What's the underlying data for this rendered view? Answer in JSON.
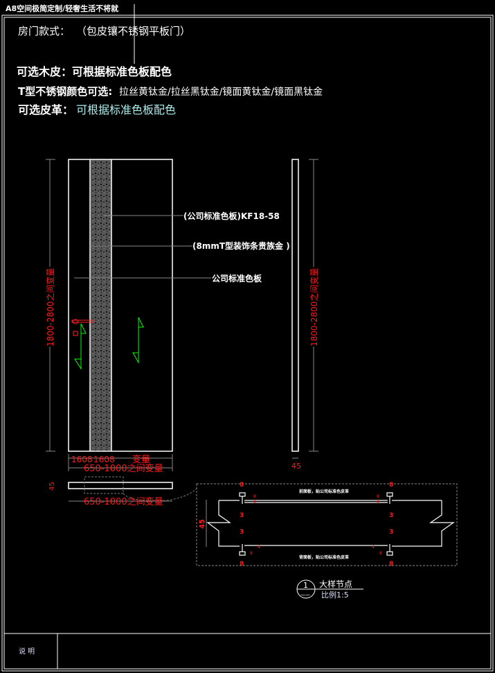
{
  "title_block": {
    "header": "A8空间极简定制/轻奢生活不将就"
  },
  "notes": {
    "door_style_label": "房门款式：",
    "door_style_value": "（包皮镶不锈钢平板门）",
    "wood_veneer": "可选木皮：可根据标准色板配色",
    "steel_color_label": "T型不锈钢颜色可选:",
    "steel_color_options": "拉丝黄钛金/拉丝黑钛金/镜面黄钛金/镜面黑钛金",
    "leather_label": "可选皮革：",
    "leather_value": "可根据标准色板配色"
  },
  "callouts": {
    "panel_code": "(公司标准色板)KF18-58",
    "t_strip": "(8mmT型装饰条贵族金 )",
    "standard_panel": "公司标准色板"
  },
  "dimensions": {
    "height_left": "1800-2800之间变量",
    "height_right": "1800-2800之间变量",
    "seg1": "160",
    "seg2": "8",
    "seg3": "160",
    "seg4": "8",
    "variable": "变量",
    "width_total": "650-1000之间变量",
    "width_plan": "650-1000之间变量",
    "thickness": "45",
    "plan_thickness": "45",
    "detail_height": "45"
  },
  "detail": {
    "front_note": "前面板，贴公司标准色皮革",
    "back_note": "背面板，贴公司标准色皮革",
    "dims": [
      "8",
      "3",
      "3",
      "8",
      "8",
      "3",
      "3",
      "8"
    ],
    "small_dims": [
      "8",
      "4",
      "8",
      "4",
      "4",
      "8",
      "4",
      "8"
    ],
    "callout_number": "1",
    "callout_sub": "一一",
    "title": "大样节点",
    "scale": "比例1:5"
  },
  "footer": {
    "label": "说 明",
    "content": ""
  },
  "colors": {
    "background": "#000000",
    "line": "#ffffff",
    "dimension": "#ff1a1a",
    "leader": "#808080",
    "arrow": "#00ff00"
  }
}
